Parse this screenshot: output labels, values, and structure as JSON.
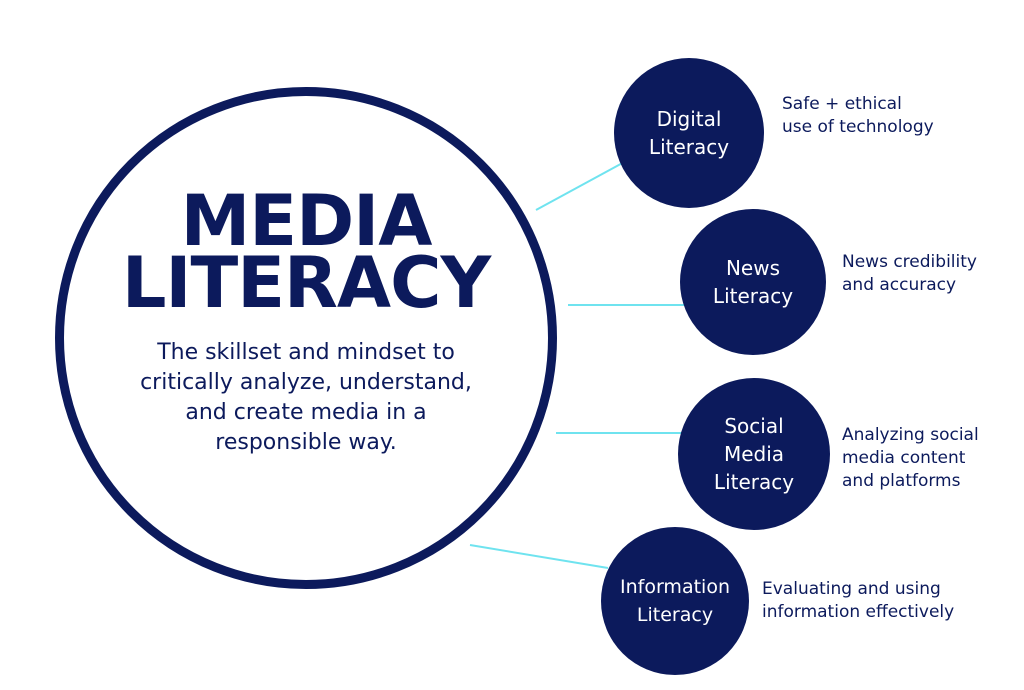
{
  "title_lines": [
    "MEDIA",
    "LITERACY"
  ],
  "description": "The skillset and mindset to critically analyze, understand, and create media in a responsible way.",
  "colors": {
    "navy": "#0c1a5c",
    "connector": "#6fe3ef",
    "background": "#ffffff"
  },
  "nodes": [
    {
      "label_lines": [
        "Digital",
        "Literacy"
      ],
      "caption_lines": [
        "Safe + ethical",
        "use of technology"
      ]
    },
    {
      "label_lines": [
        "News",
        "Literacy"
      ],
      "caption_lines": [
        "News credibility",
        "and accuracy"
      ]
    },
    {
      "label_lines": [
        "Social",
        "Media",
        "Literacy"
      ],
      "caption_lines": [
        "Analyzing social",
        "media content",
        "and platforms"
      ]
    },
    {
      "label_lines": [
        "Information",
        "Literacy"
      ],
      "caption_lines": [
        "Evaluating and using",
        "information effectively"
      ]
    }
  ]
}
